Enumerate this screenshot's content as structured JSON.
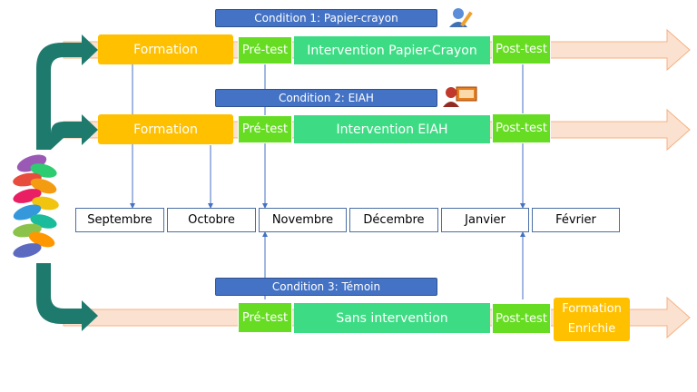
{
  "conditions": [
    {
      "label": "Condition 1: Papier-crayon",
      "formation": "Formation",
      "pretest": "Pré-test",
      "intervention": "Intervention Papier-Crayon",
      "posttest": "Post-test",
      "icon": "user-edit-icon"
    },
    {
      "label": "Condition 2: EIAH",
      "formation": "Formation",
      "pretest": "Pré-test",
      "intervention": "Intervention EIAH",
      "posttest": "Post-test",
      "icon": "computer-user-icon"
    },
    {
      "label": "Condition 3: Témoin",
      "pretest": "Pré-test",
      "intervention": "Sans intervention",
      "posttest": "Post-test",
      "final_line1": "Formation",
      "final_line2": "Enrichie"
    }
  ],
  "months": [
    "Septembre",
    "Octobre",
    "Novembre",
    "Décembre",
    "Janvier",
    "Février"
  ],
  "colors": {
    "condition_header": "#4472c4",
    "formation": "#ffc000",
    "test": "#66dd22",
    "intervention": "#3ddc84",
    "timeline_arrow": "#fbe2d0",
    "branch_arrow": "#1f7a6e"
  },
  "icons": [
    "raised-hands-icon",
    "user-edit-icon",
    "computer-user-icon"
  ]
}
